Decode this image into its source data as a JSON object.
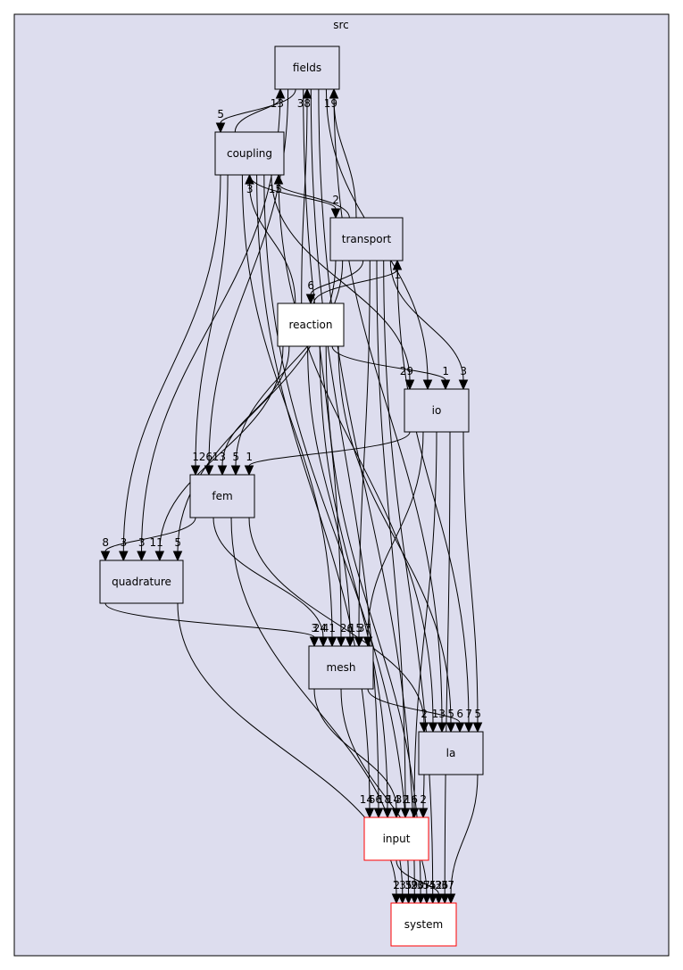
{
  "cluster": {
    "label": "src"
  },
  "nodes": [
    {
      "id": "fields",
      "label": "fields",
      "style": "normal"
    },
    {
      "id": "coupling",
      "label": "coupling",
      "style": "normal"
    },
    {
      "id": "transport",
      "label": "transport",
      "style": "normal"
    },
    {
      "id": "reaction",
      "label": "reaction",
      "style": "highlight"
    },
    {
      "id": "io",
      "label": "io",
      "style": "normal"
    },
    {
      "id": "fem",
      "label": "fem",
      "style": "normal"
    },
    {
      "id": "quadrature",
      "label": "quadrature",
      "style": "normal"
    },
    {
      "id": "mesh",
      "label": "mesh",
      "style": "normal"
    },
    {
      "id": "la",
      "label": "la",
      "style": "normal"
    },
    {
      "id": "input",
      "label": "input",
      "style": "external"
    },
    {
      "id": "system",
      "label": "system",
      "style": "external"
    }
  ],
  "edges": [
    {
      "from": "coupling",
      "to": "fields",
      "label": "13"
    },
    {
      "from": "fields",
      "to": "coupling",
      "label": "5"
    },
    {
      "from": "transport",
      "to": "fields",
      "label": "19"
    },
    {
      "from": "reaction",
      "to": "fields",
      "label": "38"
    },
    {
      "from": "coupling",
      "to": "transport",
      "label": "2"
    },
    {
      "from": "transport",
      "to": "coupling",
      "label": "15"
    },
    {
      "from": "reaction",
      "to": "coupling",
      "label": "3"
    },
    {
      "from": "transport",
      "to": "reaction",
      "label": "6"
    },
    {
      "from": "reaction",
      "to": "transport",
      "label": "1"
    },
    {
      "from": "reaction",
      "to": "io",
      "label": "1"
    },
    {
      "from": "transport",
      "to": "io",
      "label": "3"
    },
    {
      "from": "coupling",
      "to": "io",
      "label": "29"
    },
    {
      "from": "fields",
      "to": "io",
      "label": ""
    },
    {
      "from": "fields",
      "to": "fem",
      "label": "26"
    },
    {
      "from": "coupling",
      "to": "fem",
      "label": "1"
    },
    {
      "from": "transport",
      "to": "fem",
      "label": "5"
    },
    {
      "from": "reaction",
      "to": "fem",
      "label": "13"
    },
    {
      "from": "io",
      "to": "fem",
      "label": "1"
    },
    {
      "from": "fields",
      "to": "quadrature",
      "label": "3"
    },
    {
      "from": "coupling",
      "to": "quadrature",
      "label": "3"
    },
    {
      "from": "transport",
      "to": "quadrature",
      "label": "5"
    },
    {
      "from": "reaction",
      "to": "quadrature",
      "label": "11"
    },
    {
      "from": "fem",
      "to": "quadrature",
      "label": "8"
    },
    {
      "from": "fem",
      "to": "mesh",
      "label": "24"
    },
    {
      "from": "coupling",
      "to": "mesh",
      "label": "41"
    },
    {
      "from": "transport",
      "to": "mesh",
      "label": "15"
    },
    {
      "from": "reaction",
      "to": "mesh",
      "label": "26"
    },
    {
      "from": "io",
      "to": "mesh",
      "label": "37"
    },
    {
      "from": "fields",
      "to": "mesh",
      "label": ""
    },
    {
      "from": "quadrature",
      "to": "mesh",
      "label": "3"
    },
    {
      "from": "mesh",
      "to": "la",
      "label": "6"
    },
    {
      "from": "io",
      "to": "la",
      "label": "5"
    },
    {
      "from": "reaction",
      "to": "la",
      "label": "5"
    },
    {
      "from": "transport",
      "to": "la",
      "label": "7"
    },
    {
      "from": "fields",
      "to": "la",
      "label": "13"
    },
    {
      "from": "fem",
      "to": "la",
      "label": "2"
    },
    {
      "from": "coupling",
      "to": "la",
      "label": ""
    },
    {
      "from": "reaction",
      "to": "input",
      "label": "18"
    },
    {
      "from": "mesh",
      "to": "input",
      "label": "14"
    },
    {
      "from": "io",
      "to": "input",
      "label": "16"
    },
    {
      "from": "la",
      "to": "input",
      "label": "2"
    },
    {
      "from": "coupling",
      "to": "input",
      "label": "14"
    },
    {
      "from": "fields",
      "to": "input",
      "label": "66"
    },
    {
      "from": "transport",
      "to": "input",
      "label": "32"
    },
    {
      "from": "input",
      "to": "system",
      "label": "42"
    },
    {
      "from": "mesh",
      "to": "system",
      "label": "37"
    },
    {
      "from": "fem",
      "to": "system",
      "label": "13"
    },
    {
      "from": "quadrature",
      "to": "system",
      "label": "2"
    },
    {
      "from": "coupling",
      "to": "system",
      "label": "5"
    },
    {
      "from": "la",
      "to": "system",
      "label": "37"
    },
    {
      "from": "io",
      "to": "system",
      "label": "36"
    },
    {
      "from": "reaction",
      "to": "system",
      "label": "20"
    },
    {
      "from": "transport",
      "to": "system",
      "label": "55"
    },
    {
      "from": "fields",
      "to": "system",
      "label": "39"
    }
  ]
}
